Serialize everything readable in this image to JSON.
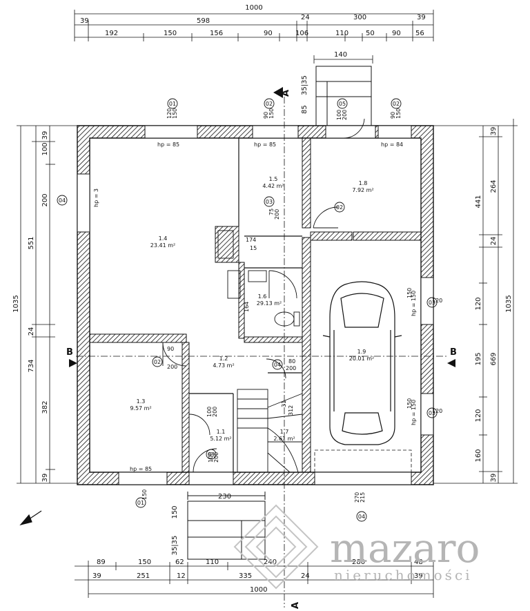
{
  "plan": {
    "top_total": "1000",
    "top_row1": [
      "39",
      "598",
      "24",
      "300",
      "39"
    ],
    "top_row2": [
      "192",
      "150",
      "156",
      "90",
      "106",
      "110",
      "50",
      "90",
      "56"
    ],
    "top_above_entry": "140",
    "entry_left_stack": "35|35",
    "entry_depth": "85",
    "bottom_total": "1000",
    "bottom_row1": [
      "89",
      "150",
      "62",
      "110",
      "240",
      "280",
      "48"
    ],
    "bottom_row2": [
      "39",
      "251",
      "12",
      "335",
      "24",
      "39"
    ],
    "left_outer": "1035",
    "left_mid": [
      "551",
      "24",
      "734"
    ],
    "left_inner": [
      "39",
      "100",
      "200",
      "382",
      "39"
    ],
    "right_outer": "1035",
    "right_mid": [
      "441",
      "24",
      "669"
    ],
    "right_inner": [
      "39",
      "264",
      "120",
      "195",
      "120",
      "160",
      "39"
    ],
    "stair_width": "230",
    "stair_front": "150",
    "stair_steps_text": "35|35",
    "section_a": "A",
    "section_b": "B"
  },
  "rooms": [
    {
      "id": "1.4",
      "area": "23.41 m²"
    },
    {
      "id": "1.5",
      "area": "4.42 m²"
    },
    {
      "id": "1.8",
      "area": "7.92 m²"
    },
    {
      "id": "1.6",
      "area": "29.13 m²"
    },
    {
      "id": "1.2",
      "area": "4.73 m²"
    },
    {
      "id": "1.3",
      "area": "9.57 m²"
    },
    {
      "id": "1.1",
      "area": "5.12 m²"
    },
    {
      "id": "1.7",
      "area": "2.61 m²"
    },
    {
      "id": "1.9",
      "area": "20.01 m²"
    }
  ],
  "labels": {
    "hp85": "hp = 85",
    "hp84": "hp = 84",
    "hp3": "hp = 3",
    "hp150": "hp = 150",
    "d200": "200",
    "d90": "90",
    "d80": "80",
    "d100": "100",
    "d75": "75",
    "d120": "120",
    "d150": "150",
    "d174": "174",
    "d15": "15",
    "d164": "164",
    "d312": "312",
    "d31": "31",
    "d270": "270",
    "d215": "215",
    "d230": "230",
    "w01": "01",
    "w02": "02",
    "w03": "03",
    "w04": "04",
    "w05": "05"
  },
  "watermark": {
    "brand": "mazaro",
    "sub": "nieruchomości"
  }
}
